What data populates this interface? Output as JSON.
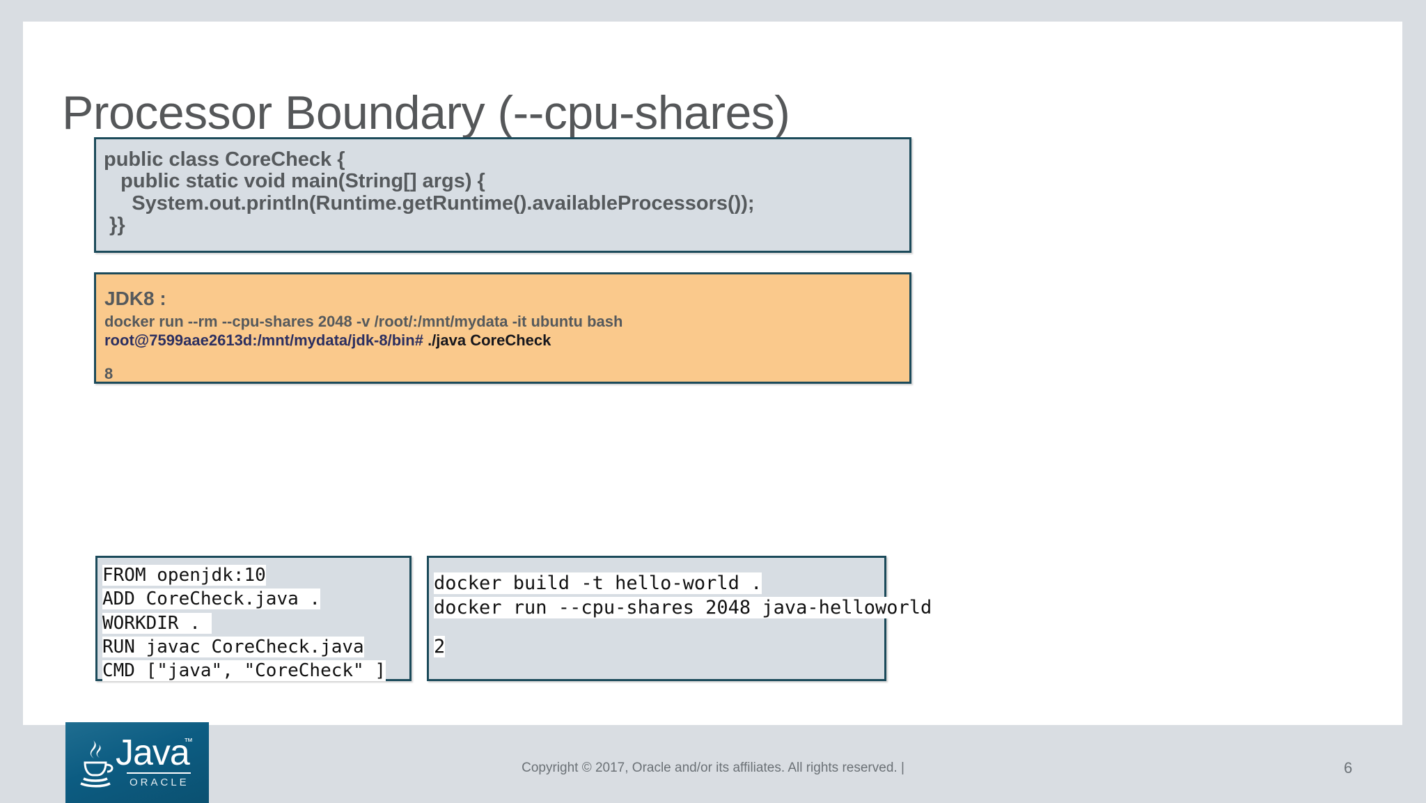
{
  "slide": {
    "title": "Processor Boundary (--cpu-shares)",
    "page_number": "6",
    "copyright": "Copyright © 2017, Oracle and/or its affiliates. All rights reserved.   |"
  },
  "java_box": {
    "lines": [
      "public class CoreCheck {",
      "   public static void main(String[] args) {",
      "     System.out.println(Runtime.getRuntime().availableProcessors());",
      " }}"
    ]
  },
  "jdk_box": {
    "heading": "JDK8 :",
    "command": "docker run --rm --cpu-shares 2048 -v /root/:/mnt/mydata -it ubuntu bash",
    "prompt": "root@7599aae2613d:/mnt/mydata/jdk-8/bin#",
    "prompt_command": " ./java CoreCheck",
    "output": "8"
  },
  "dockerfile_box": {
    "lines": [
      "FROM openjdk:10",
      "ADD CoreCheck.java .",
      "WORKDIR . ",
      "RUN javac CoreCheck.java",
      "CMD [\"java\", \"CoreCheck\" ]"
    ]
  },
  "docker_command_box": {
    "lines": [
      "docker build -t hello-world .",
      "docker run --cpu-shares 2048 java-helloworld"
    ],
    "output": "2"
  },
  "logo": {
    "word": "Java",
    "tm": "™",
    "brand": "ORACLE"
  },
  "colors": {
    "accent_border": "#1b4a5a",
    "code_bg": "#d7dde3",
    "highlight_bg": "#fac98c",
    "title_text": "#555759",
    "logo_blue": "#0c5c82"
  }
}
